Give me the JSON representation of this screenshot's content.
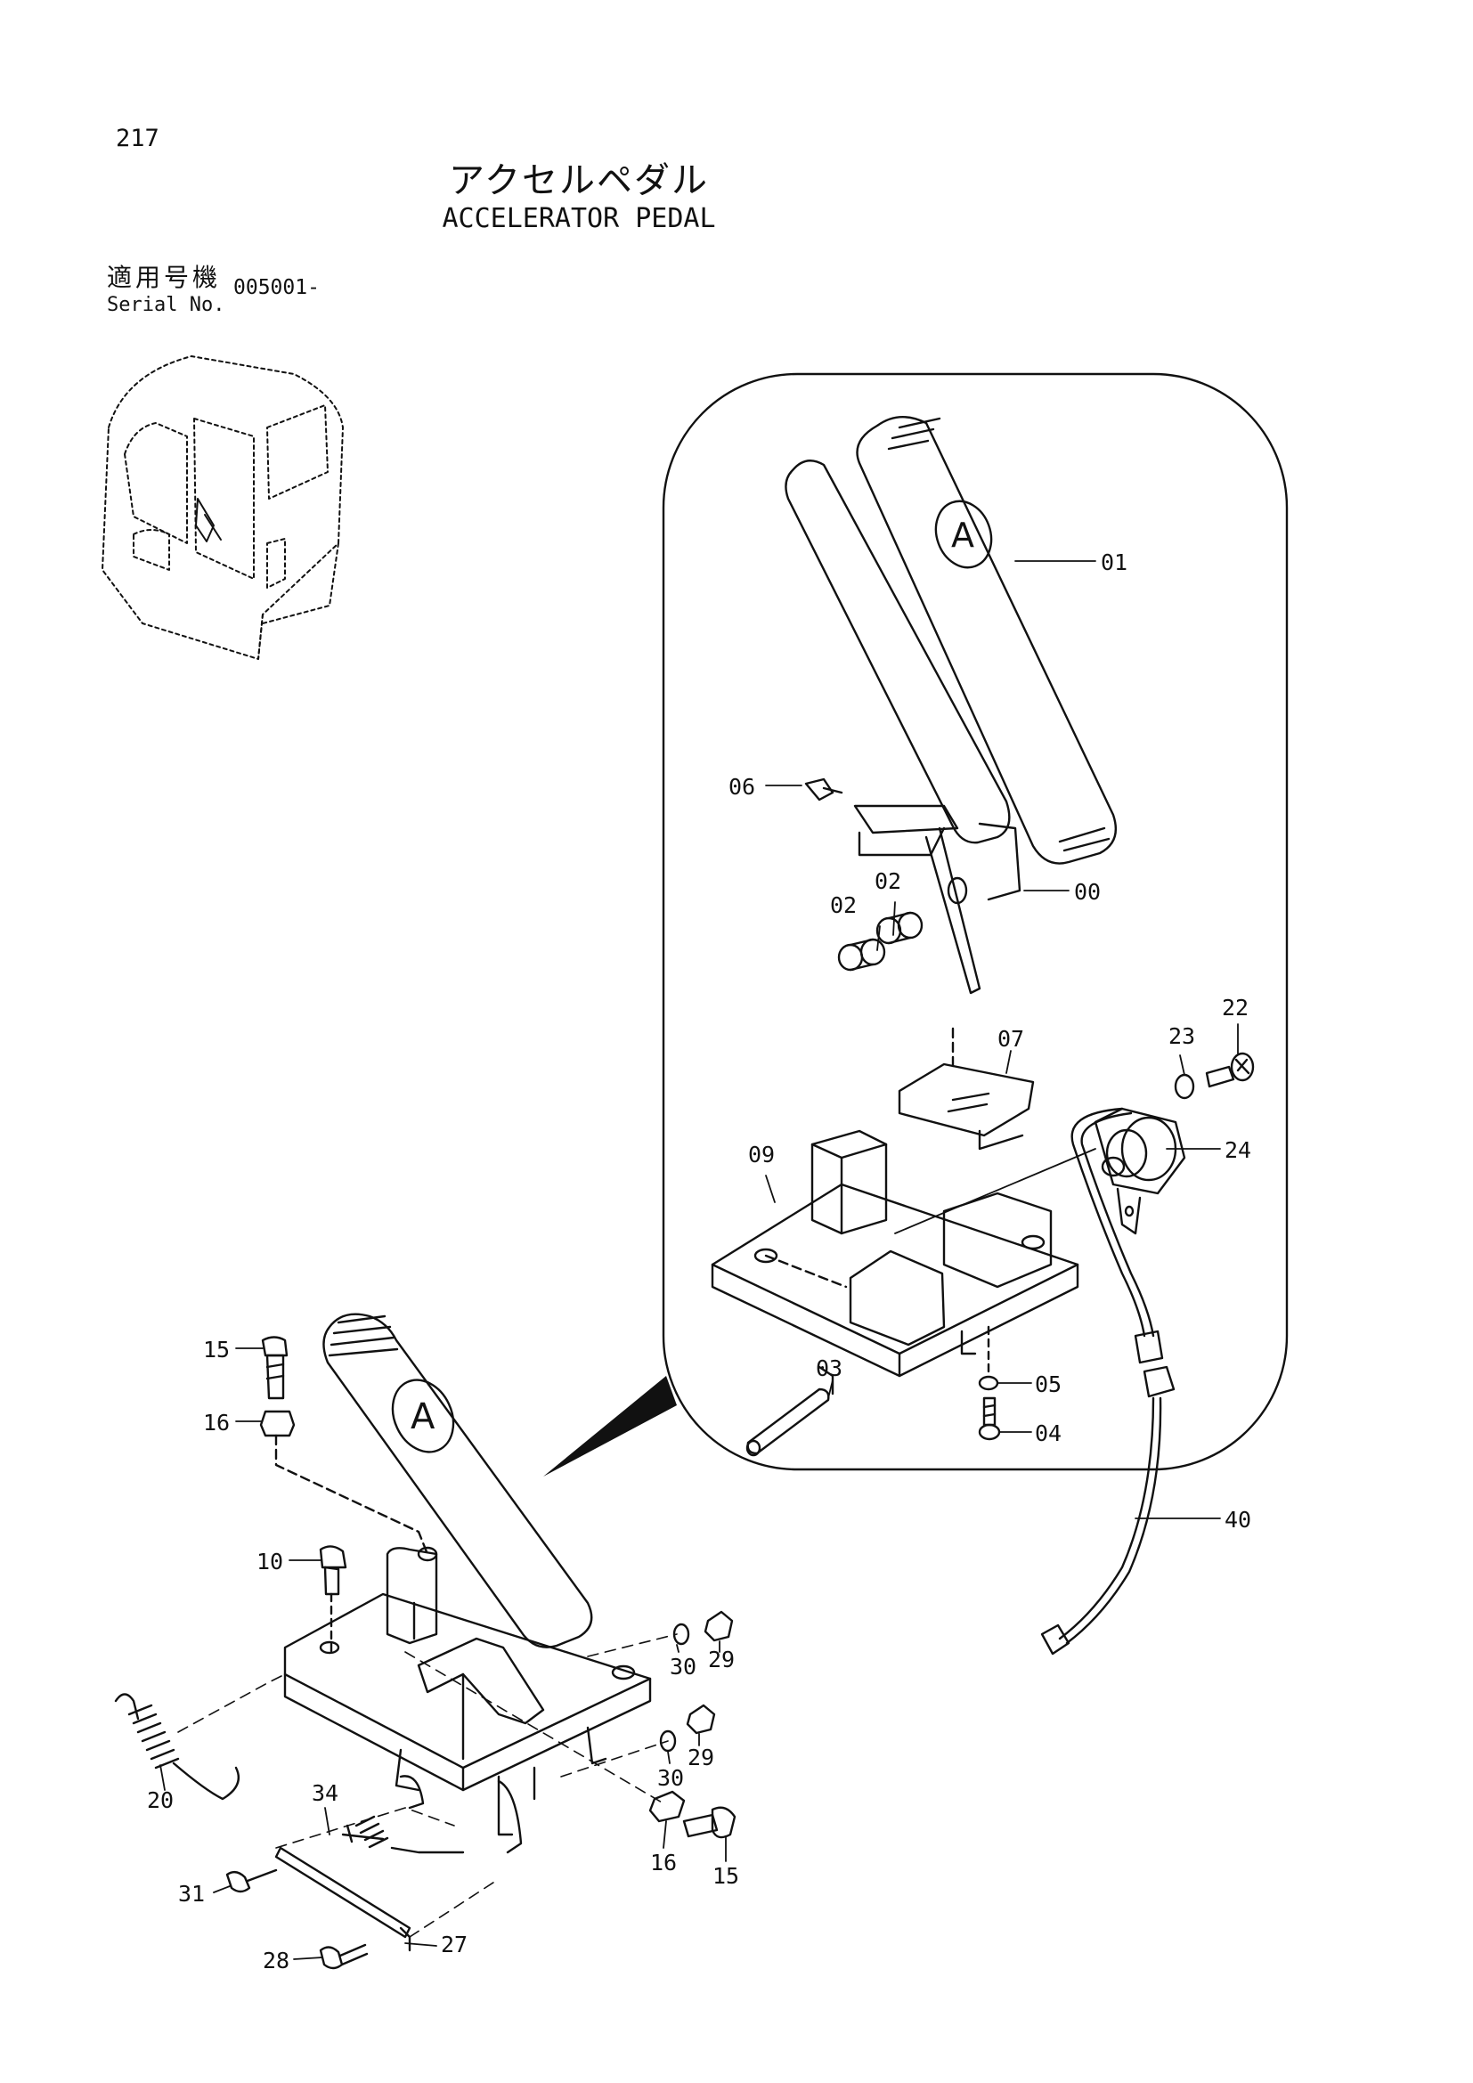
{
  "header": {
    "page_number": "217",
    "title_jp": "アクセルペダル",
    "title_en": "ACCELERATOR PEDAL",
    "serial_label_jp": "適用号機",
    "serial_label_en": "Serial No.",
    "serial_value": "005001-"
  },
  "callouts": {
    "c00": "00",
    "c01": "01",
    "c02a": "02",
    "c02b": "02",
    "c03": "03",
    "c04": "04",
    "c05": "05",
    "c06": "06",
    "c07": "07",
    "c09": "09",
    "c10": "10",
    "c15a": "15",
    "c15b": "15",
    "c16a": "16",
    "c16b": "16",
    "c20": "20",
    "c22": "22",
    "c23": "23",
    "c24": "24",
    "c27": "27",
    "c28": "28",
    "c29a": "29",
    "c29b": "29",
    "c30a": "30",
    "c30b": "30",
    "c31": "31",
    "c34": "34",
    "c40": "40"
  },
  "pedal_marks": {
    "detail_letter": "A",
    "main_letter": "A"
  }
}
